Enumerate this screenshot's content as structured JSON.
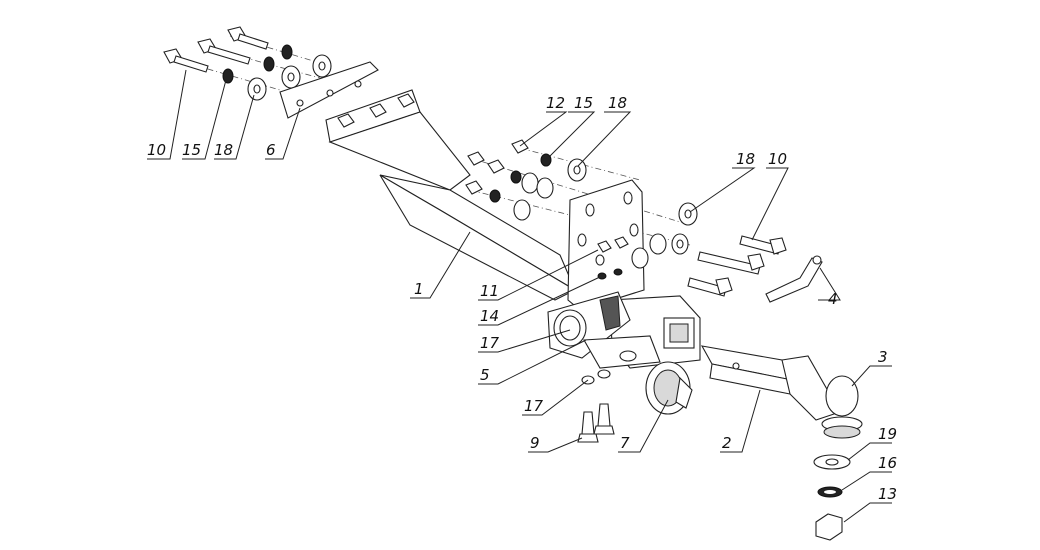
{
  "callouts": {
    "c1": "1",
    "c2": "2",
    "c3": "3",
    "c4": "4",
    "c5": "5",
    "c6": "6",
    "c7": "7",
    "c9": "9",
    "c10a": "10",
    "c10b": "10",
    "c11": "11",
    "c12": "12",
    "c13": "13",
    "c14": "14",
    "c15a": "15",
    "c15b": "15",
    "c16": "16",
    "c17a": "17",
    "c17b": "17",
    "c18a": "18",
    "c18b": "18",
    "c18c": "18",
    "c19": "19"
  }
}
